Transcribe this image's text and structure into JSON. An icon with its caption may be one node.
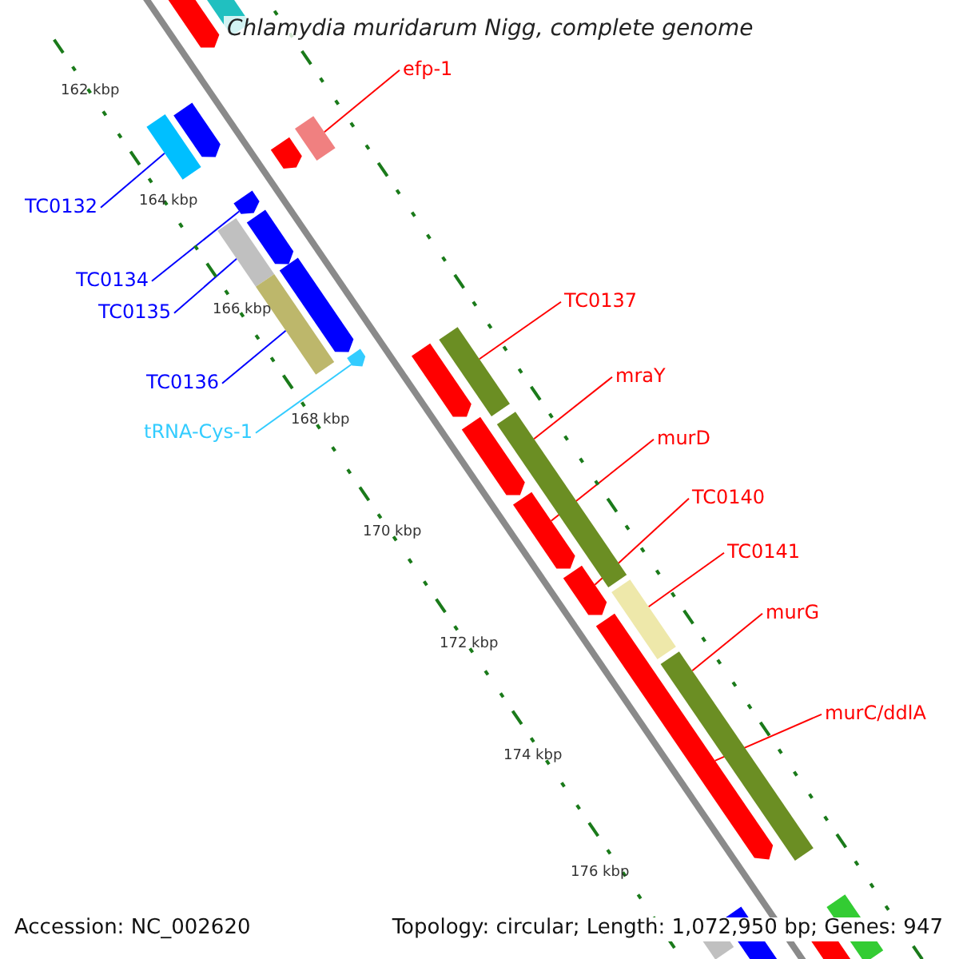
{
  "diagram": {
    "title": "Chlamydia muridarum Nigg, complete genome",
    "nodes": [
      {
        "text": [
          "efp-1"
        ]
      },
      {
        "text": [
          "TC0132"
        ]
      },
      {
        "text": [
          "TC0134"
        ]
      },
      {
        "text": [
          "TC0135"
        ]
      },
      {
        "text": [
          "TC0136"
        ]
      },
      {
        "text": [
          "tRNA-Cys-1"
        ]
      },
      {
        "text": [
          "TC0137"
        ]
      },
      {
        "text": [
          "mraY"
        ]
      },
      {
        "text": [
          "murD"
        ]
      },
      {
        "text": [
          "TC0140"
        ]
      },
      {
        "text": [
          "TC0141"
        ]
      },
      {
        "text": [
          "murG"
        ]
      },
      {
        "text": [
          "murC/ddlA"
        ]
      },
      {
        "text": [],
        "shape": "bar"
      },
      {
        "text": [],
        "shape": "bar"
      },
      {
        "text": [],
        "shape": "bar"
      },
      {
        "text": [],
        "shape": "bar"
      },
      {
        "text": [],
        "shape": "bar"
      },
      {
        "text": [],
        "shape": "bar"
      },
      {
        "text": [],
        "shape": "bar"
      },
      {
        "text": [],
        "shape": "bar"
      },
      {
        "text": [],
        "shape": "bar"
      },
      {
        "text": [],
        "shape": "bar"
      },
      {
        "text": [],
        "shape": "bar"
      },
      {
        "text": [],
        "shape": "bar"
      },
      {
        "text": [],
        "shape": "bar"
      }
    ],
    "edges": [
      {
        "from": 0,
        "to": 13,
        "arrow": "none"
      },
      {
        "from": 1,
        "to": 14,
        "arrow": "none",
        "color": "#0000ff"
      },
      {
        "from": 2,
        "to": 15,
        "arrow": "none",
        "color": "#0000ff"
      },
      {
        "from": 3,
        "to": 16,
        "arrow": "none",
        "color": "#0000ff"
      },
      {
        "from": 4,
        "to": 17,
        "arrow": "none",
        "color": "#0000ff"
      },
      {
        "from": 5,
        "to": 18,
        "arrow": "none",
        "color": "#33ccff"
      },
      {
        "from": 6,
        "to": 19,
        "arrow": "none"
      },
      {
        "from": 7,
        "to": 20,
        "arrow": "none"
      },
      {
        "from": 8,
        "to": 21,
        "arrow": "none"
      },
      {
        "from": 9,
        "to": 22,
        "arrow": "none"
      },
      {
        "from": 10,
        "to": 23,
        "arrow": "none"
      },
      {
        "from": 11,
        "to": 24,
        "arrow": "none"
      },
      {
        "from": 12,
        "to": 25,
        "arrow": "none"
      }
    ],
    "labels": [
      "162 kbp",
      "164 kbp",
      "166 kbp",
      "168 kbp",
      "170 kbp",
      "172 kbp",
      "174 kbp",
      "176 kbp",
      "Accession: NC_002620",
      "Topology: circular; Length: 1,072,950 bp; Genes: 947"
    ]
  }
}
